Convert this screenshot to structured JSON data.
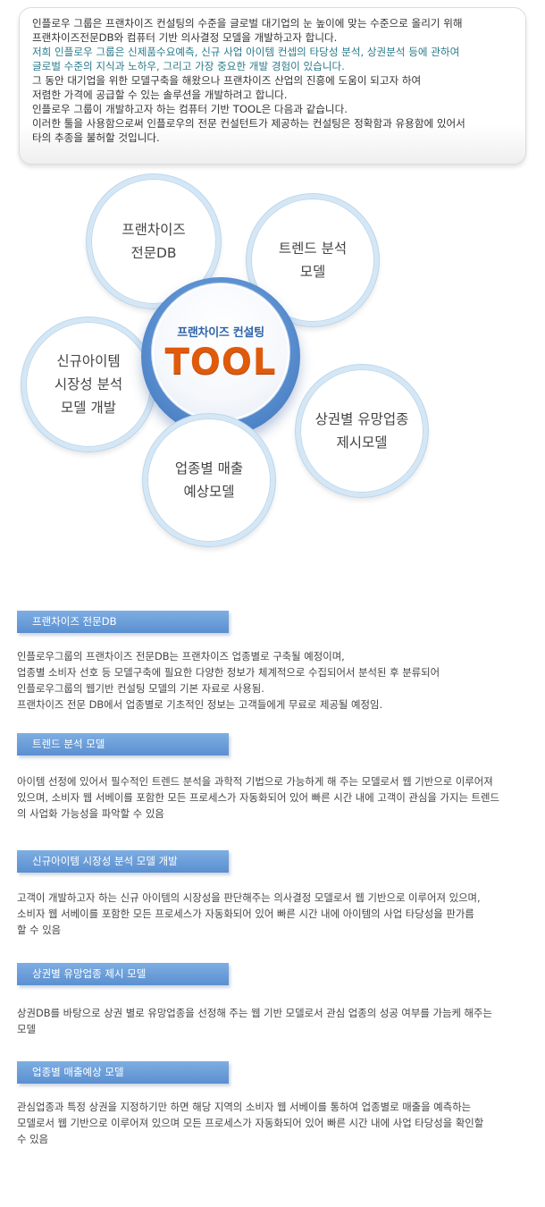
{
  "intro": {
    "lines": [
      {
        "text": "인플로우 그룹은 프랜차이즈 컨설팅의 수준을 글로벌 대기업의 눈 높이에 맞는 수준으로 올리기 위해",
        "highlight": false
      },
      {
        "text": "프랜차이즈전문DB와 컴퓨터 기반 의사결정 모델을 개발하고자 합니다.",
        "highlight": false
      },
      {
        "text": "저희 인플로우 그룹은 신제품수요예측, 신규 사업 아이템 컨셉의 타당성 분석, 상권분석 등에 관하여",
        "highlight": true
      },
      {
        "text": "글로벌 수준의 지식과 노하우, 그리고 가장 중요한 개발 경험이 있습니다.",
        "highlight": true
      },
      {
        "text": "그 동안 대기업을 위한 모델구축을 해왔으나 프랜차이즈 산업의 진흥에 도움이 되고자 하여",
        "highlight": false
      },
      {
        "text": "저렴한 가격에 공급할 수 있는 솔루션을 개발하려고 합니다.",
        "highlight": false
      },
      {
        "text": "인플로우 그룹이 개발하고자 하는 컴퓨터 기반 TOOL은 다음과 같습니다.",
        "highlight": false
      },
      {
        "text": "이러한 툴을 사용함으로써 인플로우의 전문 컨설턴트가 제공하는 컨설팅은 정확함과 유용함에 있어서",
        "highlight": false
      },
      {
        "text": "타의 추종을 불허할 것입니다.",
        "highlight": false
      }
    ],
    "highlight_color": "#2a7a8a"
  },
  "diagram": {
    "center_subtitle": "프랜차이즈 컨설팅",
    "center_title": "TOOL",
    "center_title_color": "#e05a0c",
    "nodes": [
      {
        "line1": "프랜차이즈",
        "line2": "전문DB"
      },
      {
        "line1": "트렌드 분석",
        "line2": "모델"
      },
      {
        "line1": "신규아이템",
        "line2": "시장성 분석",
        "line3": "모델 개발"
      },
      {
        "line1": "상권별 유망업종",
        "line2": "제시모델"
      },
      {
        "line1": "업종별 매출",
        "line2": "예상모델"
      }
    ]
  },
  "sections": [
    {
      "title": "프랜차이즈 전문DB",
      "lines": [
        "인플로우그룹의 프랜차이즈 전문DB는 프랜차이즈 업종별로 구축될 예정이며,",
        "업종별 소비자 선호 등 모델구축에 필요한 다양한 정보가 체계적으로 수집되어서 분석된 후 분류되어",
        "인플로우그룹의 웹기반 컨설팅 모델의 기본 자료로 사용됨.",
        "프랜차이즈 전문 DB에서 업종별로 기초적인 정보는 고객들에게 무료로 제공될 예정임."
      ]
    },
    {
      "title": "트렌드 분석 모델",
      "lines": [
        "아이템 선정에 있어서 필수적인 트렌드 분석을 과학적 기법으로 가능하게 해 주는 모델로서 웹 기반으로 이루어져",
        "있으며, 소비자 웹 서베이를 포함한 모든 프로세스가 자동화되어 있어 빠른 시간 내에 고객이 관심을 가지는 트렌드",
        "의 사업화 가능성을 파악할 수 있음"
      ]
    },
    {
      "title": "신규아이템 시장성 분석 모델 개발",
      "lines": [
        "고객이 개발하고자 하는 신규 아이템의 시장성을 판단해주는 의사결정 모델로서 웹 기반으로 이루어져 있으며,",
        "소비자 웹 서베이를 포함한 모든 프로세스가 자동화되어 있어 빠른 시간 내에 아이템의 사업 타당성을 판가름",
        "할 수 있음"
      ]
    },
    {
      "title": "상권별 유망업종 제시 모델",
      "lines": [
        "상권DB를 바탕으로 상권 별로 유망업종을 선정해 주는 웹 기반 모델로서 관심 업종의 성공 여부를 가늠케 해주는",
        "모델"
      ]
    },
    {
      "title": "업종별 매출예상 모델",
      "lines": [
        "관심업종과 특정 상권을 지정하기만 하면 해당 지역의 소비자 웹 서베이를 통하여 업종별로 매출을 예측하는",
        "모델로서 웹 기반으로 이루어져 있으며 모든 프로세스가 자동화되어 있어 빠른 시간 내에 사업 타당성을 확인할",
        "수 있음"
      ]
    }
  ]
}
